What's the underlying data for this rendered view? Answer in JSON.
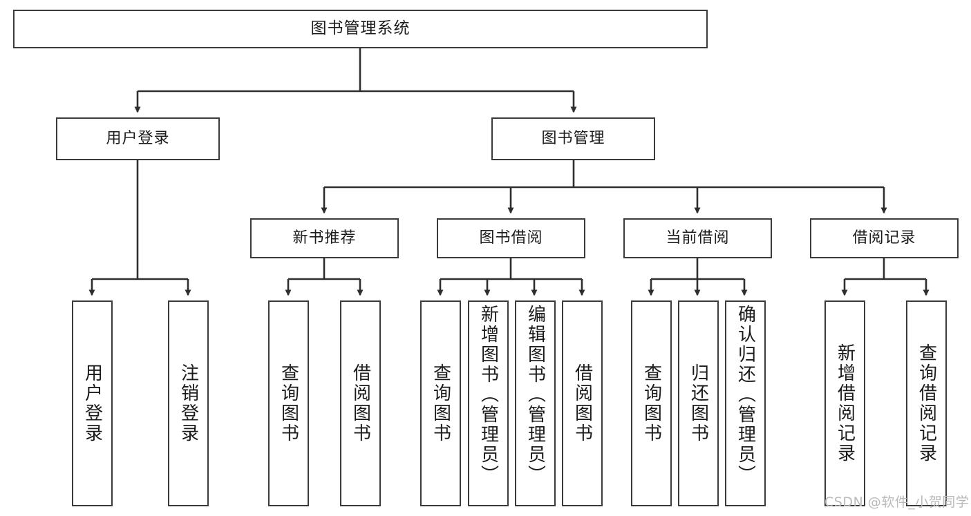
{
  "diagram": {
    "title": "图书管理系统",
    "type": "tree",
    "watermark": "CSDN @软件_小贺同学",
    "line_color": "#3a3a3a",
    "box_fill": "#ffffff",
    "text_color": "#1b1b1b",
    "levels": {
      "root": {
        "label": "图书管理系统"
      },
      "level1": [
        {
          "label": "用户登录"
        },
        {
          "label": "图书管理"
        }
      ],
      "level2": [
        {
          "label": "新书推荐"
        },
        {
          "label": "图书借阅"
        },
        {
          "label": "当前借阅"
        },
        {
          "label": "借阅记录"
        }
      ],
      "leaves": {
        "user_login": [
          {
            "label": "用户登录"
          },
          {
            "label": "注销登录"
          }
        ],
        "new_book": [
          {
            "label": "查询图书"
          },
          {
            "label": "借阅图书"
          }
        ],
        "book_borrow": [
          {
            "label": "查询图书"
          },
          {
            "label": "新增图书（管理员）"
          },
          {
            "label": "编辑图书（管理员）"
          },
          {
            "label": "借阅图书"
          }
        ],
        "current_borrow": [
          {
            "label": "查询图书"
          },
          {
            "label": "归还图书"
          },
          {
            "label": "确认归还（管理员）"
          }
        ],
        "borrow_record": [
          {
            "label": "新增借阅记录"
          },
          {
            "label": "查询借阅记录"
          }
        ]
      }
    }
  }
}
